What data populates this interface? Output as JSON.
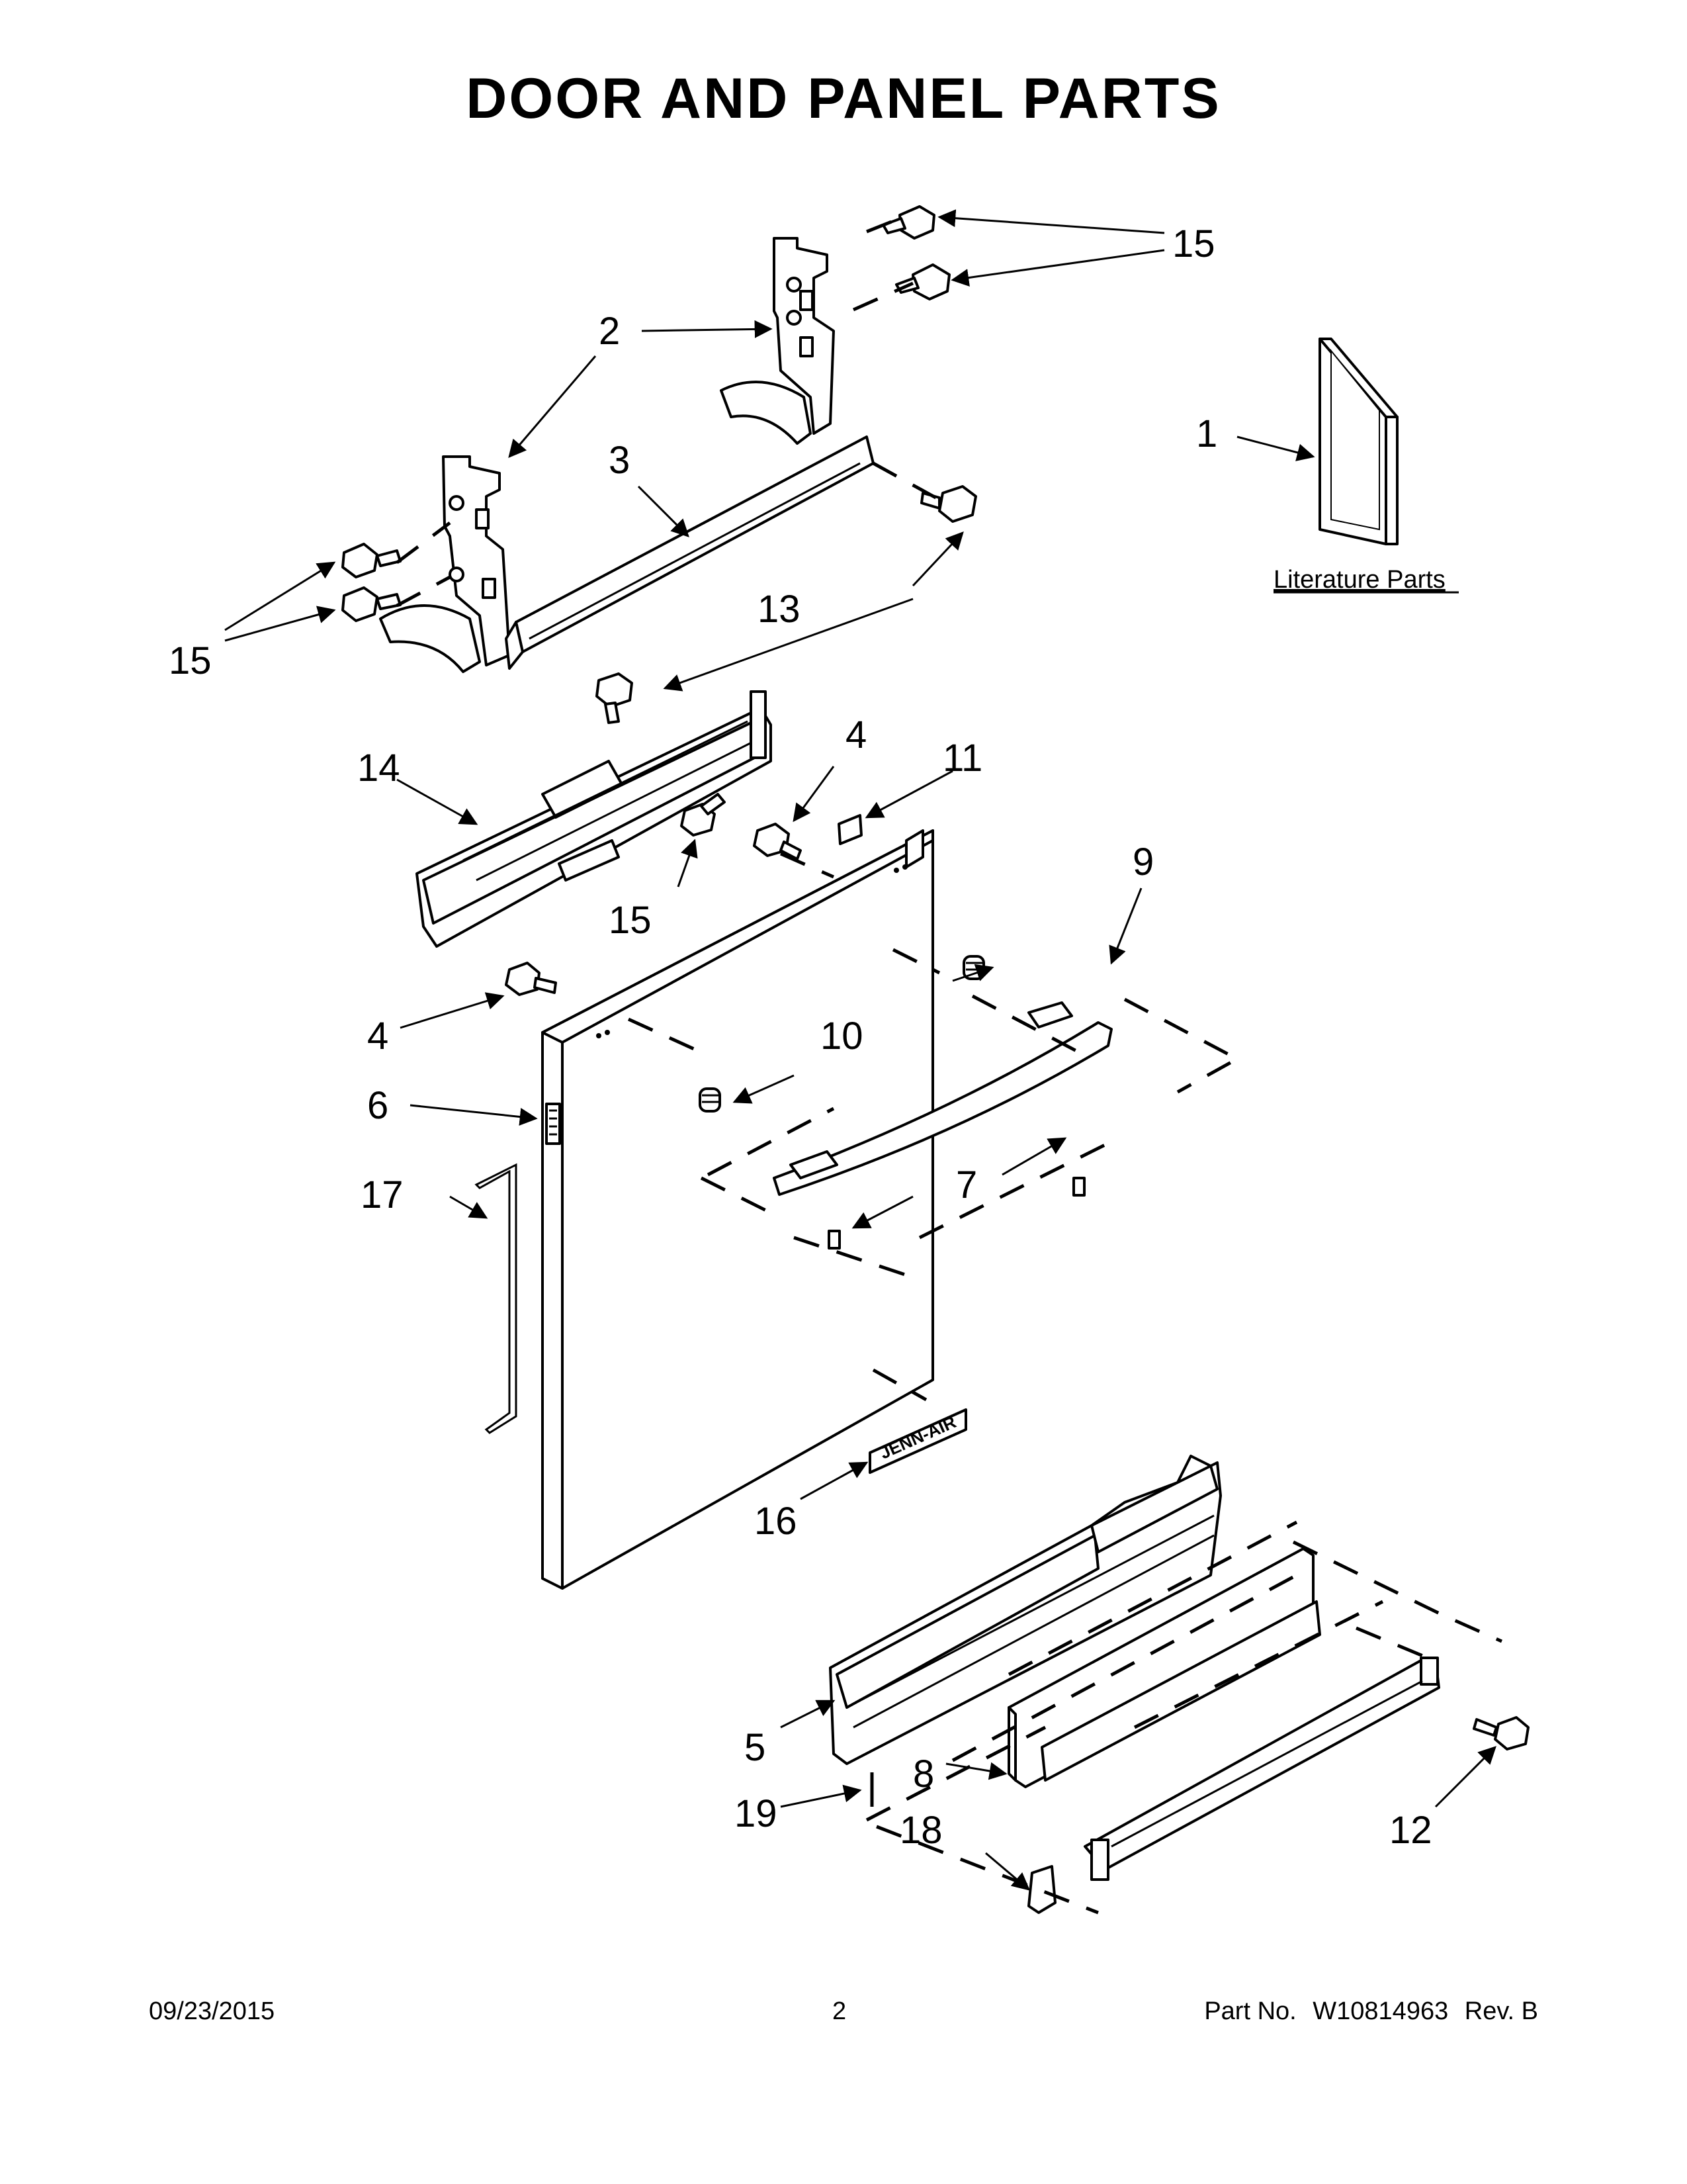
{
  "page": {
    "title": "DOOR AND PANEL PARTS",
    "footer": {
      "date": "09/23/2015",
      "page_number": "2",
      "part_prefix": "Part No.",
      "part_number": "W10814963",
      "revision": "Rev. B"
    }
  },
  "diagram": {
    "literature_label": "Literature Parts",
    "brand_badge": "JENN-AIR",
    "callouts": {
      "c1": "1",
      "c2": "2",
      "c3": "3",
      "c4a": "4",
      "c4b": "4",
      "c5": "5",
      "c6": "6",
      "c7": "7",
      "c8": "8",
      "c9": "9",
      "c10": "10",
      "c11": "11",
      "c12": "12",
      "c13": "13",
      "c14": "14",
      "c15a": "15",
      "c15b": "15",
      "c15c": "15",
      "c16": "16",
      "c17": "17",
      "c18": "18",
      "c19": "19"
    }
  }
}
